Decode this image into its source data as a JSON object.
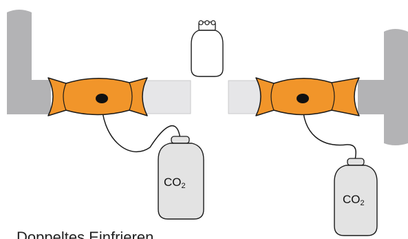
{
  "colors": {
    "pipe": "#b3b3b5",
    "pipe_end": "#e6e6e8",
    "freeze_jacket": "#f1952a",
    "cylinder": "#e3e3e3",
    "outline": "#1a1a1a"
  },
  "icons": [
    "pressure-vessel-icon",
    "co2-cylinder-icon"
  ],
  "left_unit": {
    "cylinder_label": "CO",
    "cylinder_subscript": "2"
  },
  "right_unit": {
    "cylinder_label": "CO",
    "cylinder_subscript": "2"
  },
  "caption": "Doppeltes Einfrieren"
}
